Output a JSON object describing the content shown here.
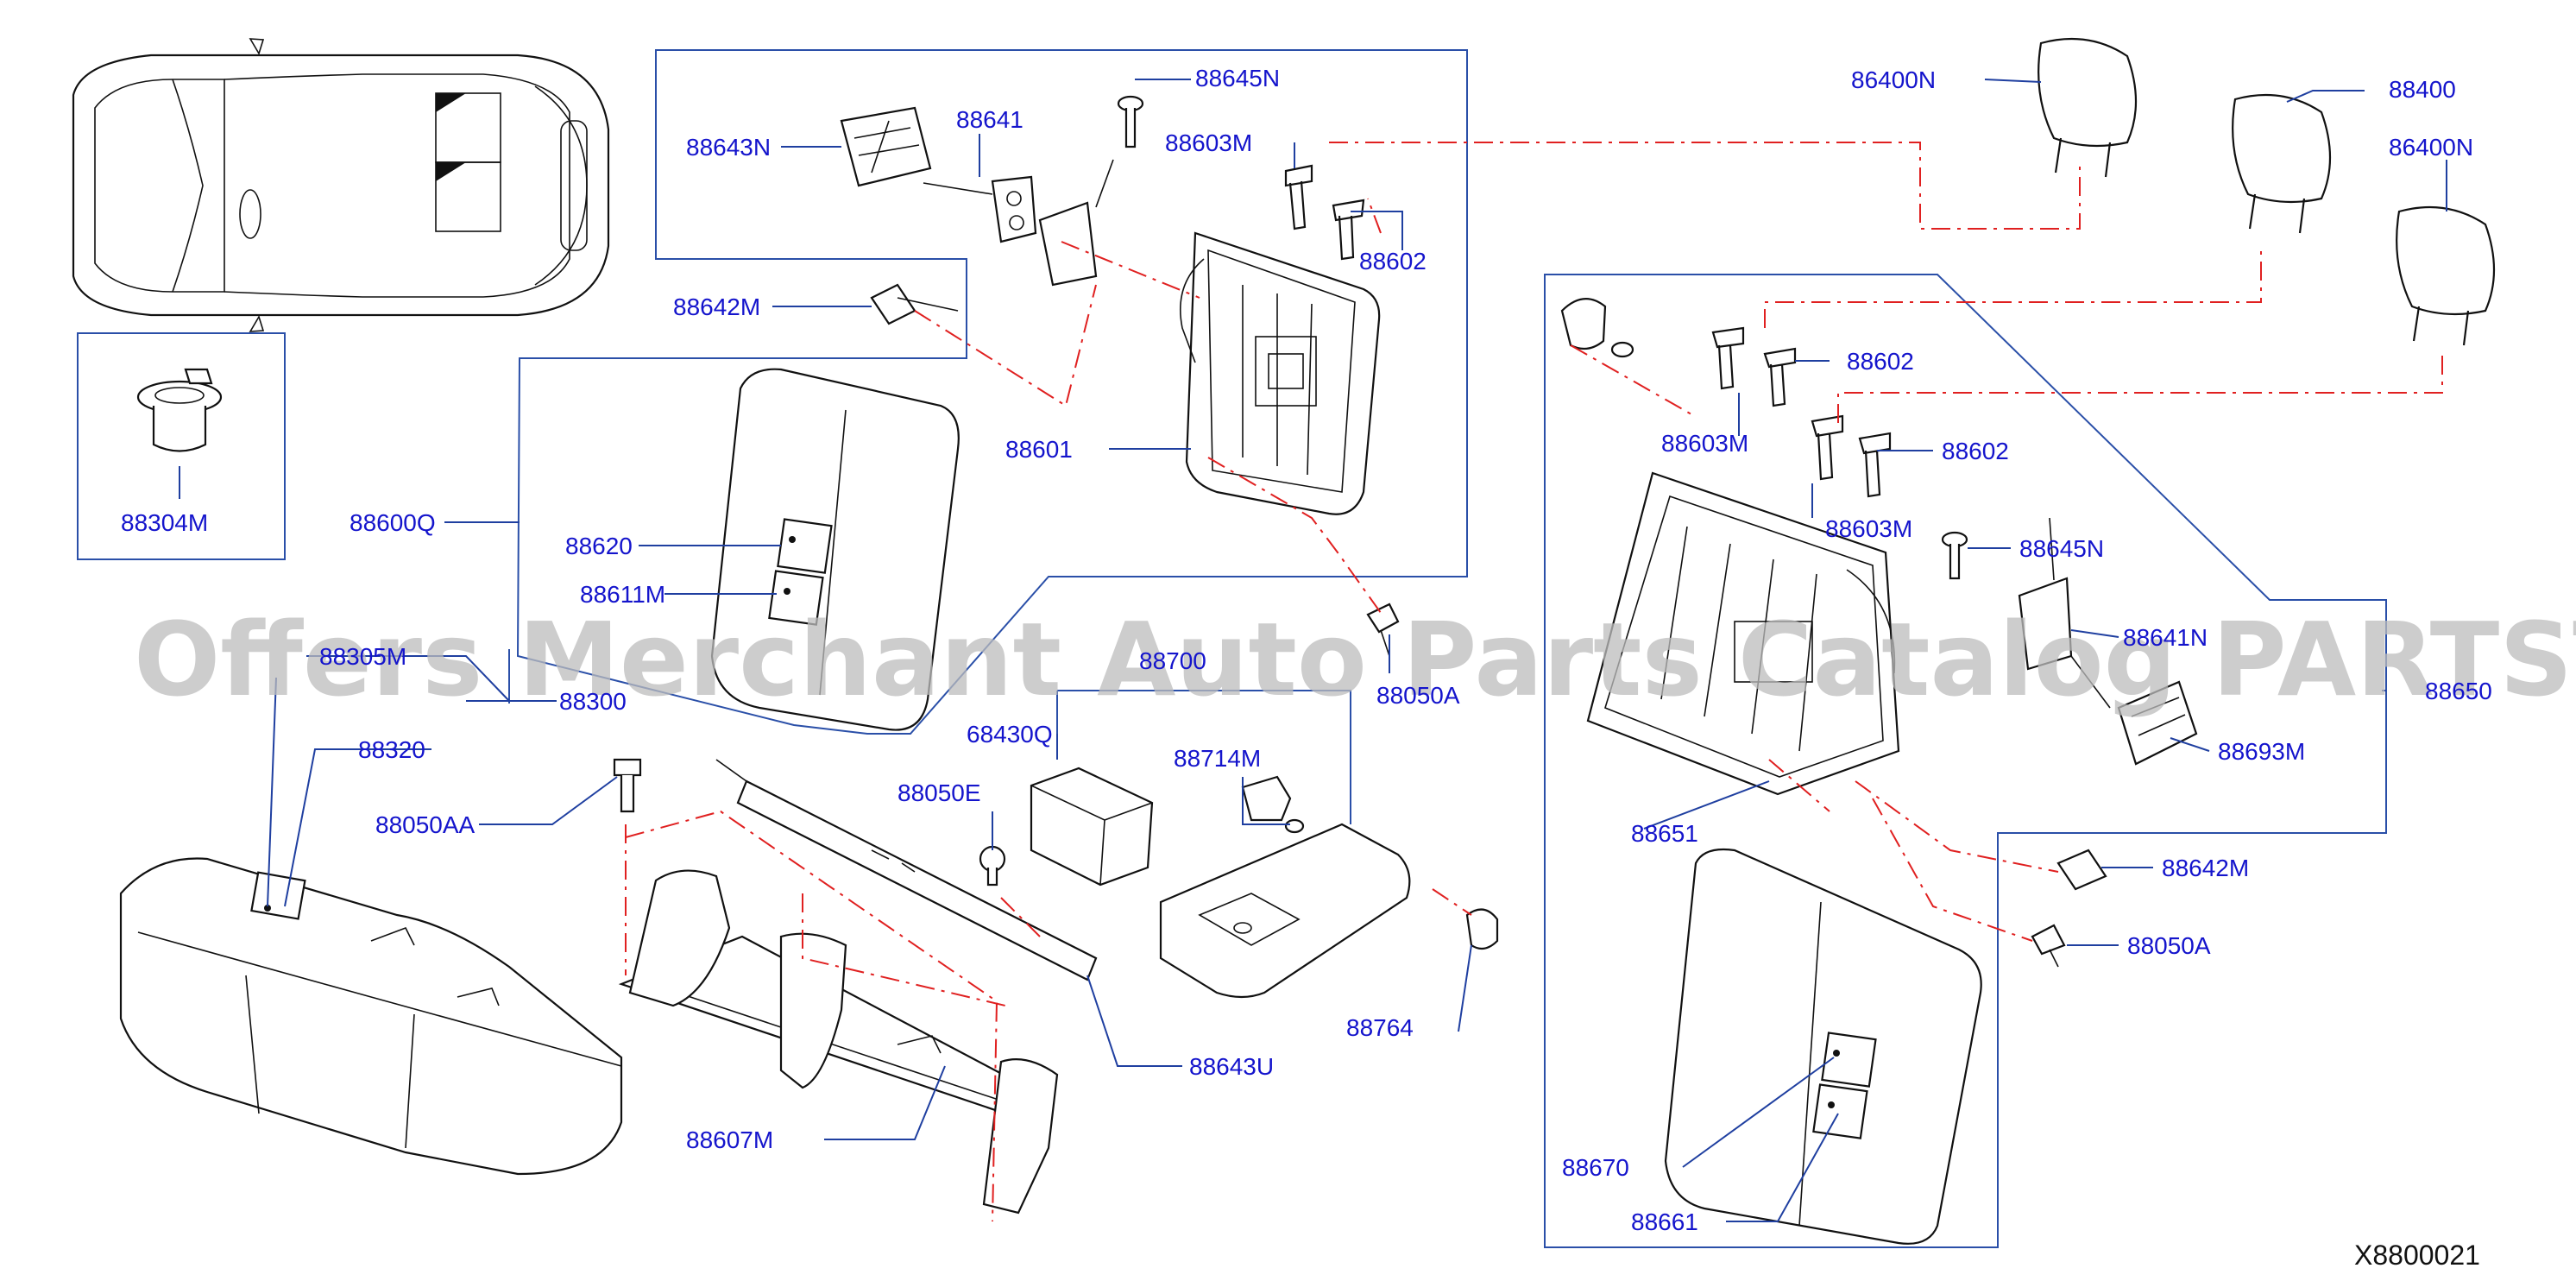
{
  "diagram_id": "X8800021",
  "watermark": "Offers Merchant Auto Parts Catalog PARTSTORE.SA",
  "colors": {
    "label": "#1414cc",
    "leader": "#1f3fa0",
    "dashed_guide": "#e02020",
    "linework": "#111111",
    "watermark": "#bdbdbd"
  },
  "labels": {
    "p88645N_a": "88645N",
    "p88643N": "88643N",
    "p88641": "88641",
    "p88603M_a": "88603M",
    "p88602_a": "88602",
    "p88642M_a": "88642M",
    "p88601": "88601",
    "p88600Q": "88600Q",
    "p88620": "88620",
    "p88611M": "88611M",
    "p88304M": "88304M",
    "p88305M": "88305M",
    "p88300": "88300",
    "p88320": "88320",
    "p88050AA": "88050AA",
    "p88700": "88700",
    "p68430Q": "68430Q",
    "p88714M": "88714M",
    "p88050E": "88050E",
    "p88050A_a": "88050A",
    "p88764": "88764",
    "p88643U": "88643U",
    "p88607M": "88607M",
    "p86400N_a": "86400N",
    "p88400": "88400",
    "p86400N_b": "86400N",
    "p88602_b": "88602",
    "p88603M_b": "88603M",
    "p88602_c": "88602",
    "p88603M_c": "88603M",
    "p88645N_b": "88645N",
    "p88641N": "88641N",
    "p88650": "88650",
    "p88693M": "88693M",
    "p88651": "88651",
    "p88642M_b": "88642M",
    "p88050A_b": "88050A",
    "p88670": "88670",
    "p88661": "88661"
  }
}
